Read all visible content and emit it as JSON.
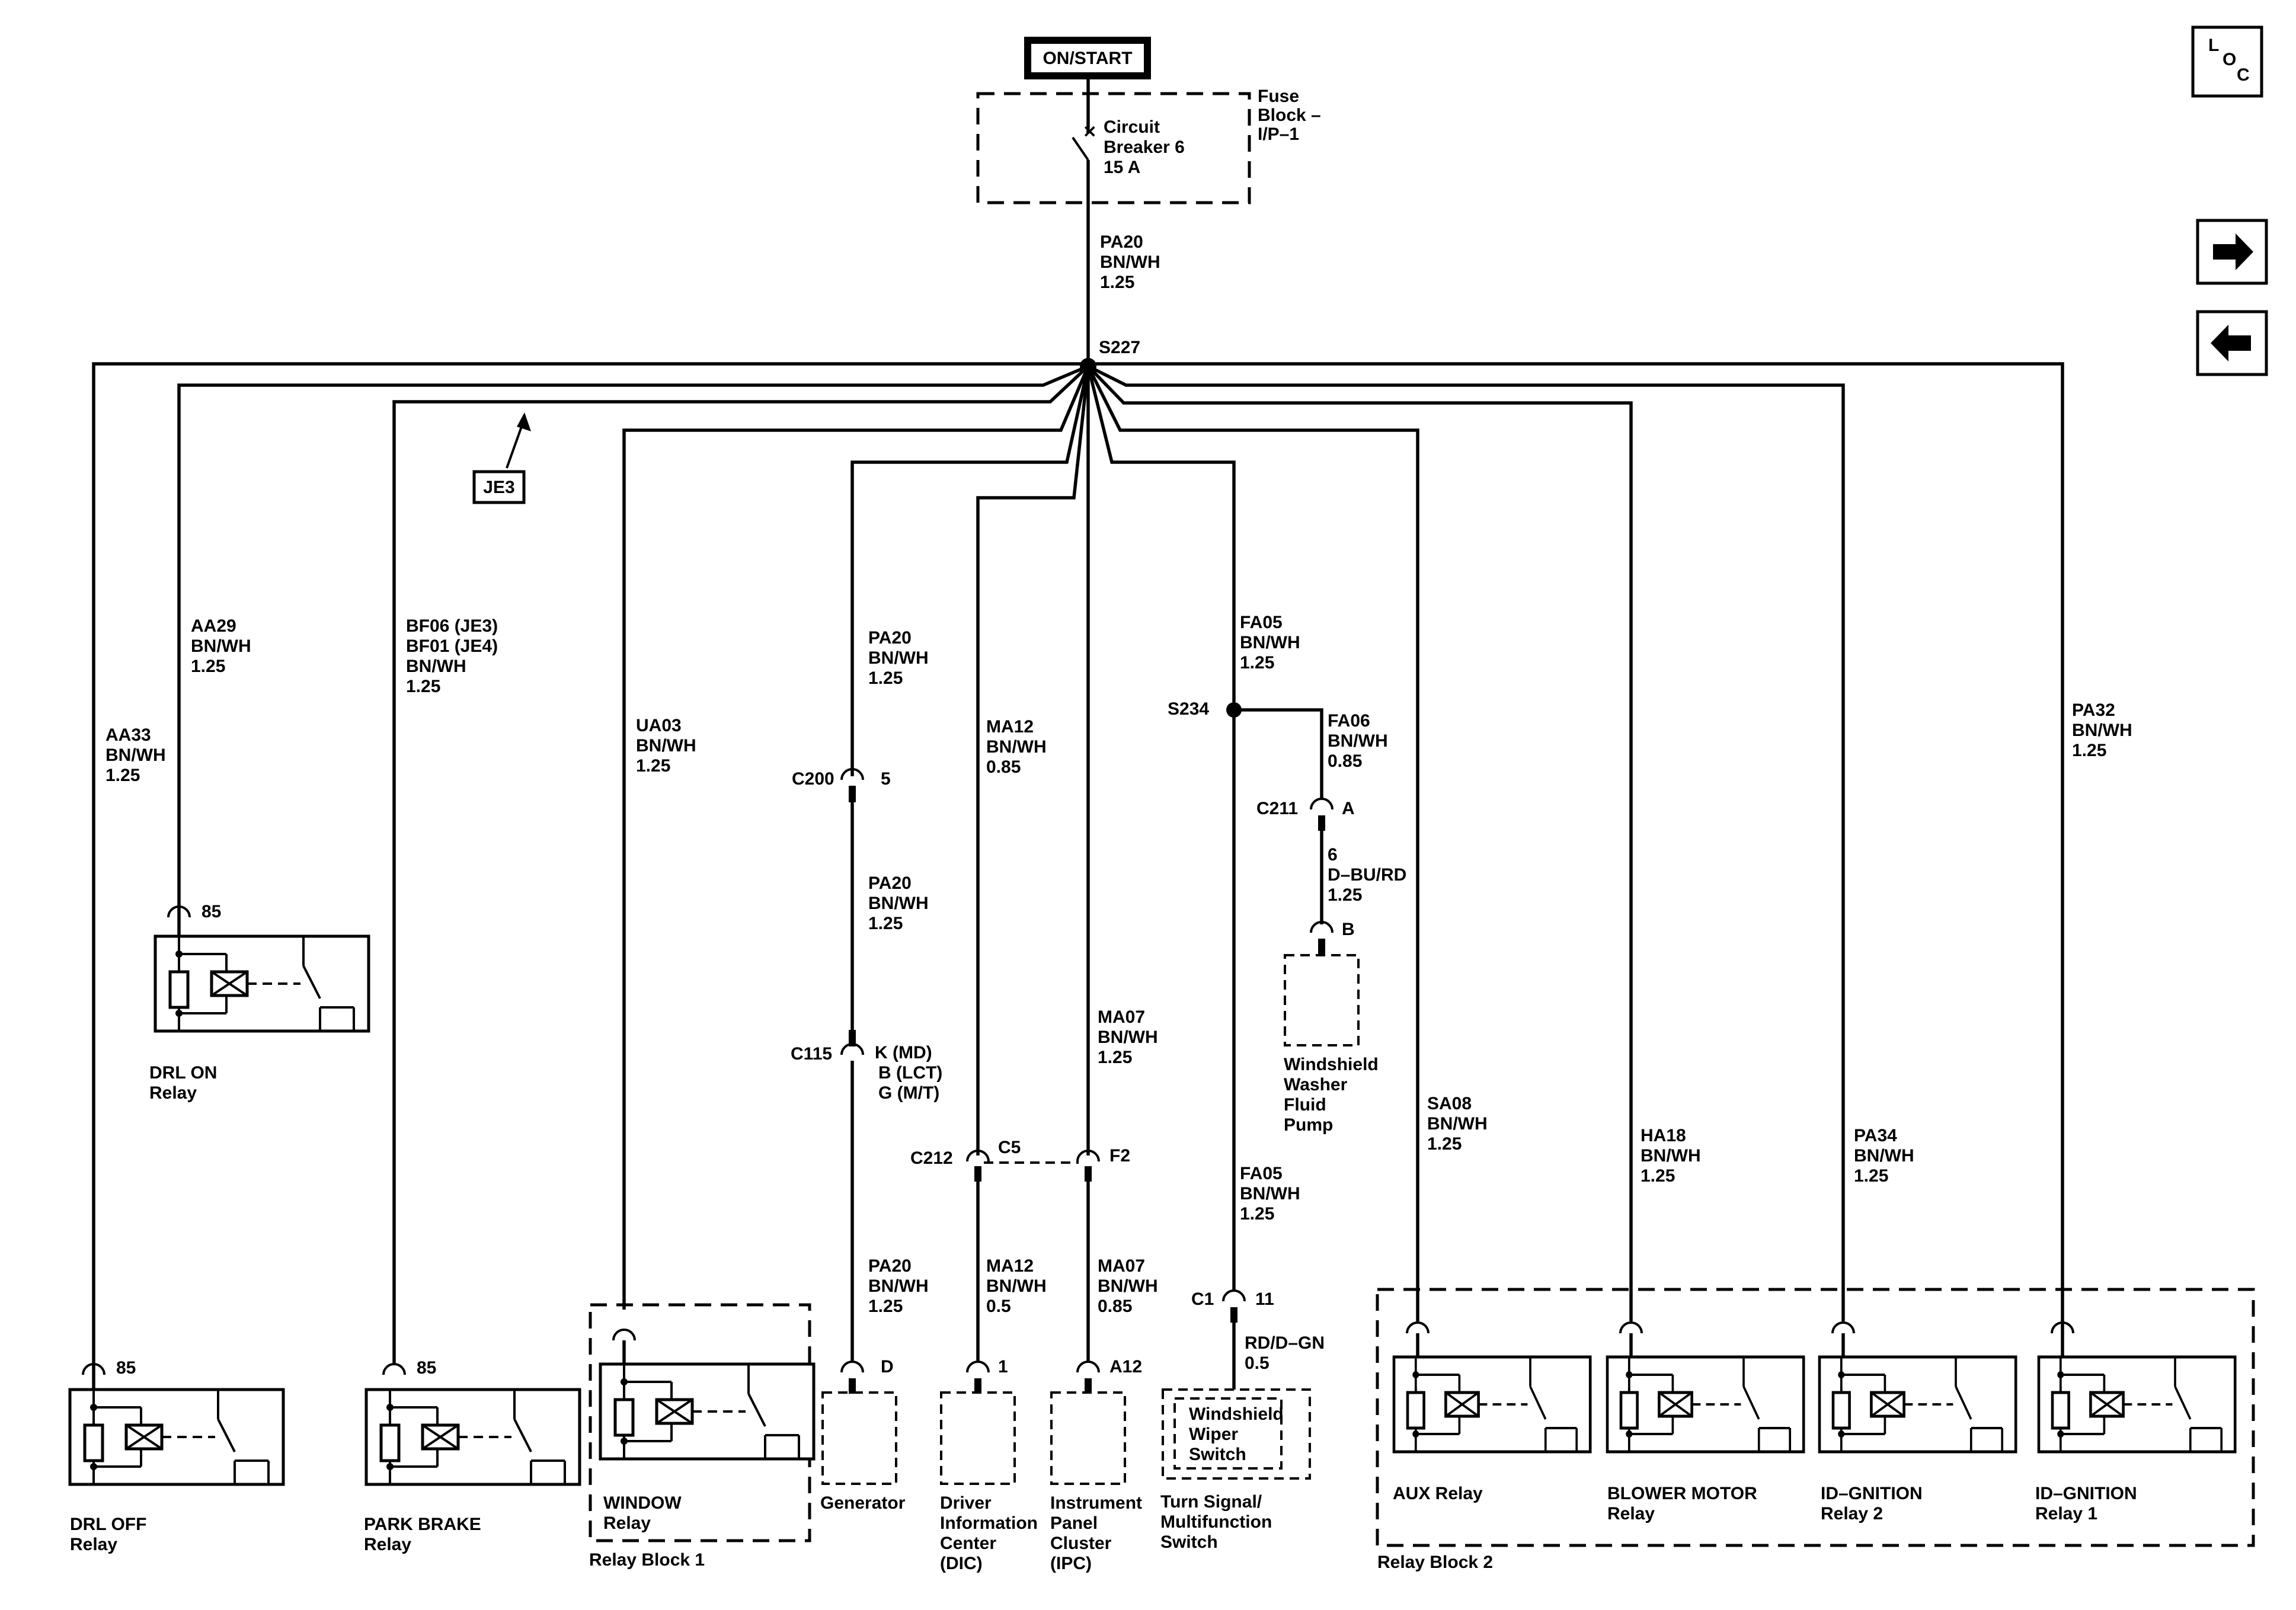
{
  "power": {
    "label": "ON/START"
  },
  "fuse_block": {
    "name": [
      "Fuse",
      "Block –",
      "I/P–1"
    ],
    "breaker": [
      "Circuit",
      "Breaker 6",
      "15 A"
    ]
  },
  "feed": {
    "circuit": [
      "PA20",
      "BN/WH",
      "1.25"
    ],
    "splice": "S227"
  },
  "loc_icon": {
    "letters": [
      "L",
      "O",
      "C"
    ]
  },
  "nav": {
    "next": "arrow-right",
    "prev": "arrow-left"
  },
  "ref_tag": "JE3",
  "branches": {
    "drl_off": {
      "wire": [
        "AA33",
        "BN/WH",
        "1.25"
      ],
      "pin": "85",
      "name": [
        "DRL OFF",
        "Relay"
      ]
    },
    "drl_on": {
      "wire": [
        "AA29",
        "BN/WH",
        "1.25"
      ],
      "pin": "85",
      "name": [
        "DRL ON",
        "Relay"
      ]
    },
    "park_brake": {
      "wire": [
        "BF06 (JE3)",
        "BF01 (JE4)",
        "BN/WH",
        "1.25"
      ],
      "pin": "85",
      "name": [
        "PARK BRAKE",
        "Relay"
      ]
    },
    "window": {
      "wire": [
        "UA03",
        "BN/WH",
        "1.25"
      ],
      "name": [
        "WINDOW",
        "Relay"
      ],
      "block": "Relay Block 1"
    },
    "generator": {
      "wire1": [
        "PA20",
        "BN/WH",
        "1.25"
      ],
      "c200": {
        "name": "C200",
        "pin": "5"
      },
      "wire2": [
        "PA20",
        "BN/WH",
        "1.25"
      ],
      "c115": {
        "name": "C115",
        "pins": [
          "K (MD)",
          "B (LCT)",
          "G (M/T)"
        ]
      },
      "wire3": [
        "PA20",
        "BN/WH",
        "1.25"
      ],
      "pin": "D",
      "name": "Generator"
    },
    "dic": {
      "wire1": [
        "MA12",
        "BN/WH",
        "0.85"
      ],
      "c212": "C212",
      "c5": "C5",
      "wire2": [
        "MA12",
        "BN/WH",
        "0.5"
      ],
      "pin": "1",
      "name": [
        "Driver",
        "Information",
        "Center",
        "(DIC)"
      ]
    },
    "ipc": {
      "wire1": [
        "MA07",
        "BN/WH",
        "1.25"
      ],
      "pin_f2": "F2",
      "wire2": [
        "MA07",
        "BN/WH",
        "0.85"
      ],
      "pin": "A12",
      "name": [
        "Instrument",
        "Panel",
        "Cluster",
        "(IPC)"
      ]
    },
    "turn_signal": {
      "wire1": [
        "FA05",
        "BN/WH",
        "1.25"
      ],
      "splice": "S234",
      "wire2": [
        "FA05",
        "BN/WH",
        "1.25"
      ],
      "c1": {
        "name": "C1",
        "pin": "11"
      },
      "wire3": [
        "RD/D–GN",
        "0.5"
      ],
      "inner": [
        "Windshield",
        "Wiper",
        "Switch"
      ],
      "name": [
        "Turn Signal/",
        "Multifunction",
        "Switch"
      ]
    },
    "washer": {
      "wire1": [
        "FA06",
        "BN/WH",
        "0.85"
      ],
      "c211": {
        "name": "C211",
        "pin": "A"
      },
      "wire2": [
        "6",
        "D–BU/RD",
        "1.25"
      ],
      "pin": "B",
      "name": [
        "Windshield",
        "Washer",
        "Fluid",
        "Pump"
      ]
    },
    "aux": {
      "wire": [
        "SA08",
        "BN/WH",
        "1.25"
      ],
      "name": [
        "AUX Relay"
      ]
    },
    "blower": {
      "wire": [
        "HA18",
        "BN/WH",
        "1.25"
      ],
      "name": [
        "BLOWER MOTOR",
        "Relay"
      ]
    },
    "ign2": {
      "wire": [
        "PA34",
        "BN/WH",
        "1.25"
      ],
      "name": [
        "ID–GNITION",
        "Relay 2"
      ]
    },
    "ign1": {
      "wire": [
        "PA32",
        "BN/WH",
        "1.25"
      ],
      "name": [
        "ID–GNITION",
        "Relay 1"
      ]
    },
    "relay_block_2": "Relay Block 2"
  }
}
